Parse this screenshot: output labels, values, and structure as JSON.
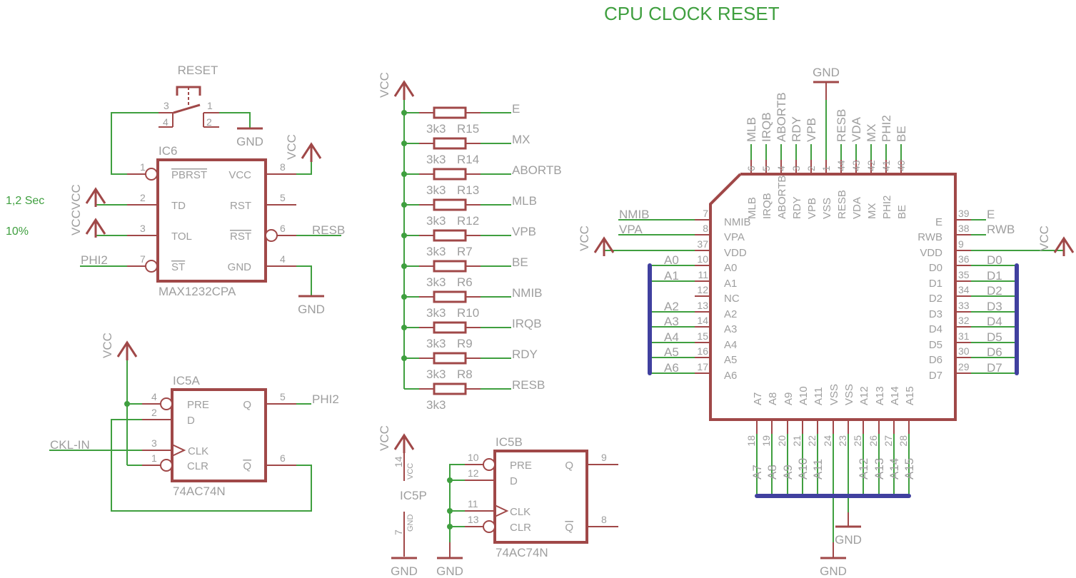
{
  "title": "CPU CLOCK RESET",
  "colors": {
    "wire": "#3f9f3f",
    "part": "#a04848",
    "bus": "#40409f",
    "text": "#9e9e9e"
  },
  "notes": [
    "1,2 Sec",
    "10%"
  ],
  "supplies": {
    "vcc": "VCC",
    "gnd": "GND",
    "vccvcc": "VCCVCC"
  },
  "ic6": {
    "name": "IC6",
    "value": "MAX1232CPA",
    "left_pins": [
      {
        "num": "1",
        "name": "PBRST",
        "overbar": true,
        "inverted": true
      },
      {
        "num": "2",
        "name": "TD"
      },
      {
        "num": "3",
        "name": "TOL"
      },
      {
        "num": "7",
        "name": "ST",
        "overbar": true,
        "inverted": true
      }
    ],
    "right_pins": [
      {
        "num": "8",
        "name": "VCC"
      },
      {
        "num": "5",
        "name": "RST"
      },
      {
        "num": "6",
        "name": "RST",
        "overbar": true,
        "inverted": true
      },
      {
        "num": "4",
        "name": "GND"
      }
    ],
    "nets": {
      "pin7": "PHI2",
      "pin6": "RESB"
    }
  },
  "reset_switch": {
    "name": "RESET",
    "pins": [
      "3",
      "4",
      "1",
      "2"
    ]
  },
  "ic5a": {
    "name": "IC5A",
    "value": "74AC74N",
    "left_pins": [
      {
        "num": "4",
        "name": "PRE",
        "inverted": true
      },
      {
        "num": "2",
        "name": "D"
      },
      {
        "num": "3",
        "name": "CLK",
        "clock": true
      },
      {
        "num": "1",
        "name": "CLR",
        "inverted": true
      }
    ],
    "right_pins": [
      {
        "num": "5",
        "name": "Q"
      },
      {
        "num": "6",
        "name": "Q",
        "overbar": true
      }
    ],
    "nets": {
      "clk": "CKL-IN",
      "q": "PHI2"
    }
  },
  "ic5b": {
    "name": "IC5B",
    "value": "74AC74N",
    "left_pins": [
      {
        "num": "10",
        "name": "PRE",
        "inverted": true
      },
      {
        "num": "12",
        "name": "D"
      },
      {
        "num": "11",
        "name": "CLK",
        "clock": true
      },
      {
        "num": "13",
        "name": "CLR",
        "inverted": true
      }
    ],
    "right_pins": [
      {
        "num": "9",
        "name": "Q"
      },
      {
        "num": "8",
        "name": "Q",
        "overbar": true
      }
    ]
  },
  "ic5p": {
    "name": "IC5P",
    "vcc_pin": "14",
    "vcc_name": "VCC",
    "gnd_pin": "7",
    "gnd_name": "GND"
  },
  "resistors": [
    {
      "ref": "R15",
      "value": "3k3",
      "net": "E"
    },
    {
      "ref": "R14",
      "value": "3k3",
      "net": "MX"
    },
    {
      "ref": "R13",
      "value": "3k3",
      "net": "ABORTB"
    },
    {
      "ref": "R12",
      "value": "3k3",
      "net": "MLB"
    },
    {
      "ref": "R7",
      "value": "3k3",
      "net": "VPB"
    },
    {
      "ref": "R6",
      "value": "3k3",
      "net": "BE"
    },
    {
      "ref": "R10",
      "value": "3k3",
      "net": "NMIB"
    },
    {
      "ref": "R9",
      "value": "3k3",
      "net": "IRQB"
    },
    {
      "ref": "R8",
      "value": "3k3",
      "net": "RDY"
    },
    {
      "ref": "",
      "value": "3k3",
      "net": "RESB"
    }
  ],
  "cpu": {
    "top_pins": [
      {
        "num": "6",
        "name": "MLB",
        "net": "MLB"
      },
      {
        "num": "5",
        "name": "IRQB",
        "net": "IRQB"
      },
      {
        "num": "4",
        "name": "ABORTB",
        "net": "ABORTB"
      },
      {
        "num": "3",
        "name": "RDY",
        "net": "RDY"
      },
      {
        "num": "2",
        "name": "VPB",
        "net": "VPB"
      },
      {
        "num": "1",
        "name": "VSS",
        "net": "GND"
      },
      {
        "num": "44",
        "name": "RESB",
        "net": "RESB"
      },
      {
        "num": "43",
        "name": "VDA",
        "net": "VDA"
      },
      {
        "num": "42",
        "name": "MX",
        "net": "MX"
      },
      {
        "num": "41",
        "name": "PHI2",
        "net": "PHI2"
      },
      {
        "num": "40",
        "name": "BE",
        "net": "BE"
      }
    ],
    "left_pins": [
      {
        "num": "7",
        "name": "NMIB",
        "net": "NMIB"
      },
      {
        "num": "8",
        "name": "VPA",
        "net": "VPA"
      },
      {
        "num": "37",
        "name": "VDD",
        "net": "VCC"
      },
      {
        "num": "10",
        "name": "A0",
        "net": "A0"
      },
      {
        "num": "11",
        "name": "A1",
        "net": "A1"
      },
      {
        "num": "12",
        "name": "NC",
        "net": ""
      },
      {
        "num": "13",
        "name": "A2",
        "net": "A2"
      },
      {
        "num": "14",
        "name": "A3",
        "net": "A3"
      },
      {
        "num": "15",
        "name": "A4",
        "net": "A4"
      },
      {
        "num": "16",
        "name": "A5",
        "net": "A5"
      },
      {
        "num": "17",
        "name": "A6",
        "net": "A6"
      }
    ],
    "right_pins": [
      {
        "num": "39",
        "name": "E",
        "net": "E"
      },
      {
        "num": "38",
        "name": "RWB",
        "net": "RWB"
      },
      {
        "num": "9",
        "name": "VDD",
        "net": "VCC"
      },
      {
        "num": "36",
        "name": "D0",
        "net": "D0"
      },
      {
        "num": "35",
        "name": "D1",
        "net": "D1"
      },
      {
        "num": "34",
        "name": "D2",
        "net": "D2"
      },
      {
        "num": "33",
        "name": "D3",
        "net": "D3"
      },
      {
        "num": "32",
        "name": "D4",
        "net": "D4"
      },
      {
        "num": "31",
        "name": "D5",
        "net": "D5"
      },
      {
        "num": "30",
        "name": "D6",
        "net": "D6"
      },
      {
        "num": "29",
        "name": "D7",
        "net": "D7"
      }
    ],
    "bottom_pins": [
      {
        "num": "18",
        "name": "A7",
        "net": "A7"
      },
      {
        "num": "19",
        "name": "A8",
        "net": "A8"
      },
      {
        "num": "20",
        "name": "A9",
        "net": "A9"
      },
      {
        "num": "21",
        "name": "A10",
        "net": "A10"
      },
      {
        "num": "22",
        "name": "A11",
        "net": "A11"
      },
      {
        "num": "24",
        "name": "VSS",
        "net": "GND"
      },
      {
        "num": "23",
        "name": "VSS",
        "net": "GND"
      },
      {
        "num": "25",
        "name": "A12",
        "net": "A12"
      },
      {
        "num": "26",
        "name": "A13",
        "net": "A13"
      },
      {
        "num": "27",
        "name": "A14",
        "net": "A14"
      },
      {
        "num": "28",
        "name": "A15",
        "net": "A15"
      }
    ]
  }
}
